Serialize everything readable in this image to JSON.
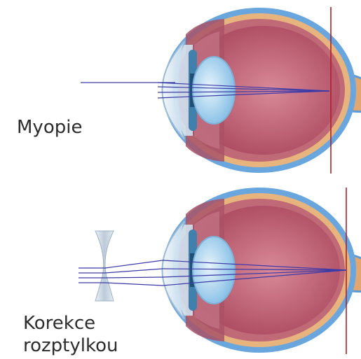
{
  "labels": {
    "myopia": "Myopie",
    "correction_line1": "Korekce",
    "correction_line2": "rozptylkou"
  },
  "colors": {
    "sclera": "#5b9bd8",
    "sclera_inner": "#e8b37e",
    "choroid": "#b8586a",
    "vitreous": "#b8566c",
    "vitreous_light": "#d0808f",
    "cornea": "#d7e6f2",
    "iris": "#4f8fb9",
    "lens": "#a9d3ef",
    "rays": "#3a3aa8",
    "retina_line": "#b01f2a",
    "diverging_lens": "#c9d8e6",
    "text": "#2c2c2c"
  }
}
